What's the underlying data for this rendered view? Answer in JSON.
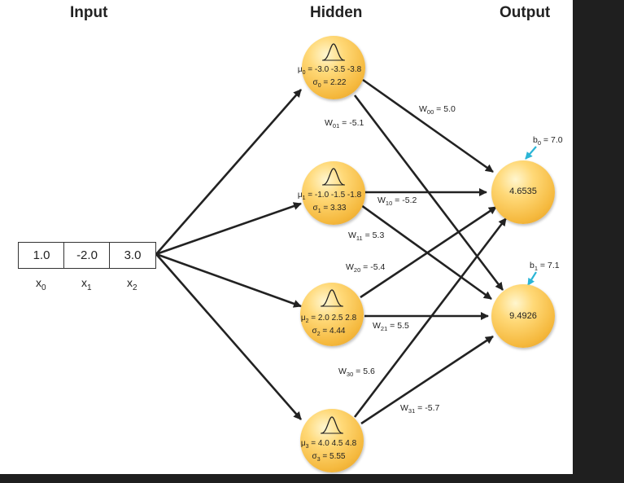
{
  "headers": {
    "input": "Input",
    "hidden": "Hidden",
    "output": "Output"
  },
  "inputs": [
    {
      "value": "1.0",
      "label": "x",
      "sub": "0"
    },
    {
      "value": "-2.0",
      "label": "x",
      "sub": "1"
    },
    {
      "value": "3.0",
      "label": "x",
      "sub": "2"
    }
  ],
  "hidden": [
    {
      "mu_sym": "μ",
      "mu_sub": "0",
      "mu_vals": " = -3.0 -3.5 -3.8",
      "sigma_sym": "σ",
      "sigma_sub": "0",
      "sigma_val": " = 2.22"
    },
    {
      "mu_sym": "μ",
      "mu_sub": "1",
      "mu_vals": " = -1.0 -1.5 -1.8",
      "sigma_sym": "σ",
      "sigma_sub": "1",
      "sigma_val": " = 3.33"
    },
    {
      "mu_sym": "μ",
      "mu_sub": "2",
      "mu_vals": " = 2.0 2.5 2.8",
      "sigma_sym": "σ",
      "sigma_sub": "2",
      "sigma_val": " = 4.44"
    },
    {
      "mu_sym": "μ",
      "mu_sub": "3",
      "mu_vals": " = 4.0 4.5 4.8",
      "sigma_sym": "σ",
      "sigma_sub": "3",
      "sigma_val": " = 5.55"
    }
  ],
  "outputs": [
    {
      "value": "4.6535",
      "bias_sym": "b",
      "bias_sub": "0",
      "bias_val": " = 7.0"
    },
    {
      "value": "9.4926",
      "bias_sym": "b",
      "bias_sub": "1",
      "bias_val": " = 7.1"
    }
  ],
  "weights": [
    {
      "sym": "W",
      "sub": "00",
      "val": " = 5.0"
    },
    {
      "sym": "W",
      "sub": "01",
      "val": " = -5.1"
    },
    {
      "sym": "W",
      "sub": "10",
      "val": " = -5.2"
    },
    {
      "sym": "W",
      "sub": "11",
      "val": " = 5.3"
    },
    {
      "sym": "W",
      "sub": "20",
      "val": " = -5.4"
    },
    {
      "sym": "W",
      "sub": "21",
      "val": " = 5.5"
    },
    {
      "sym": "W",
      "sub": "30",
      "val": " = 5.6"
    },
    {
      "sym": "W",
      "sub": "31",
      "val": " = -5.7"
    }
  ],
  "colors": {
    "arrow": "#222222",
    "bias_arrow": "#2bb5d6",
    "node": "#f5b93e"
  }
}
